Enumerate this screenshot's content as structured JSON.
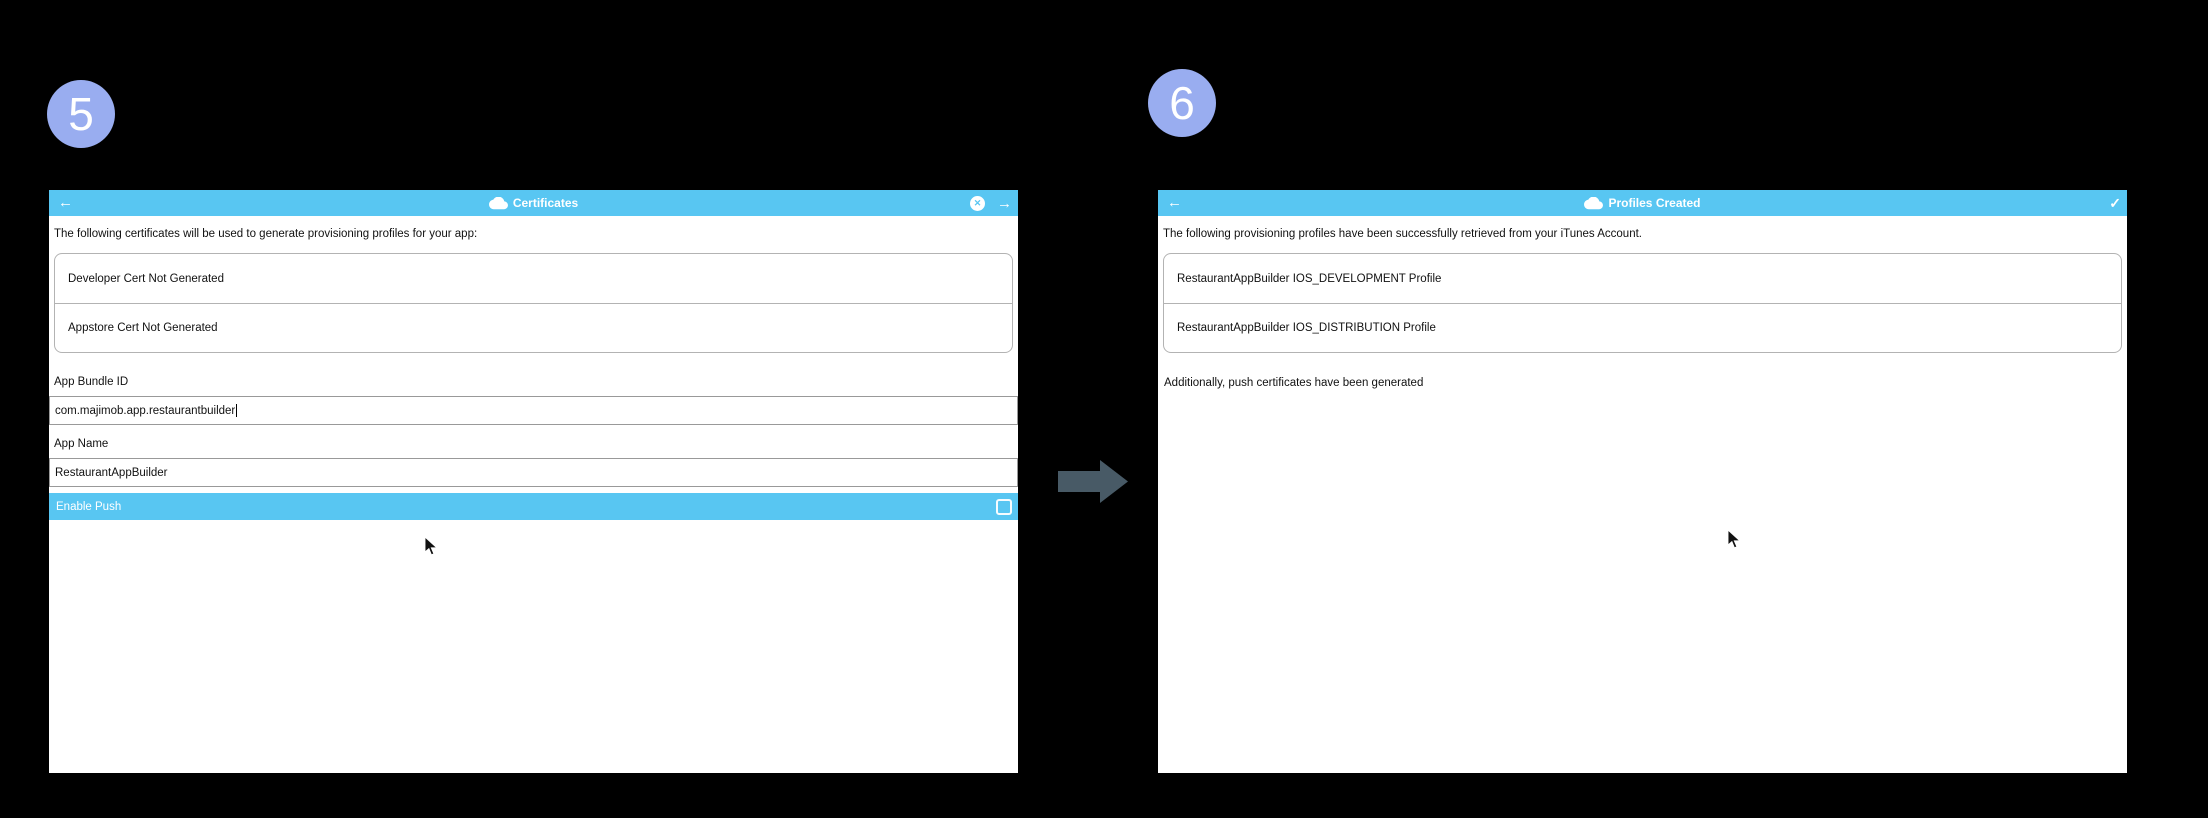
{
  "steps": {
    "left_badge": "5",
    "right_badge": "6"
  },
  "colors": {
    "background": "#000000",
    "header_blue": "#58c6f2",
    "badge_purple": "#99adf0",
    "flow_arrow_gray": "#485a66",
    "panel_white": "#ffffff"
  },
  "icons": {
    "back": "←",
    "close": "✕",
    "forward": "→",
    "confirm": "✓",
    "title_icon": "cloud-icon"
  },
  "left_panel": {
    "title": "Certificates",
    "instruction": "The following certificates will be used to generate provisioning profiles for your app:",
    "cert_items": [
      "Developer Cert Not Generated",
      "Appstore Cert Not Generated"
    ],
    "fields": [
      {
        "label": "App Bundle ID",
        "value": "com.majimob.app.restaurantbuilder"
      },
      {
        "label": "App Name",
        "value": "RestaurantAppBuilder"
      }
    ],
    "toggle": {
      "label": "Enable Push",
      "checked": false
    }
  },
  "right_panel": {
    "title": "Profiles Created",
    "instruction": "The following provisioning profiles have been successfully retrieved from your iTunes Account.",
    "profile_items": [
      "RestaurantAppBuilder IOS_DEVELOPMENT Profile",
      "RestaurantAppBuilder IOS_DISTRIBUTION Profile"
    ],
    "note": "Additionally, push certificates have been generated"
  }
}
